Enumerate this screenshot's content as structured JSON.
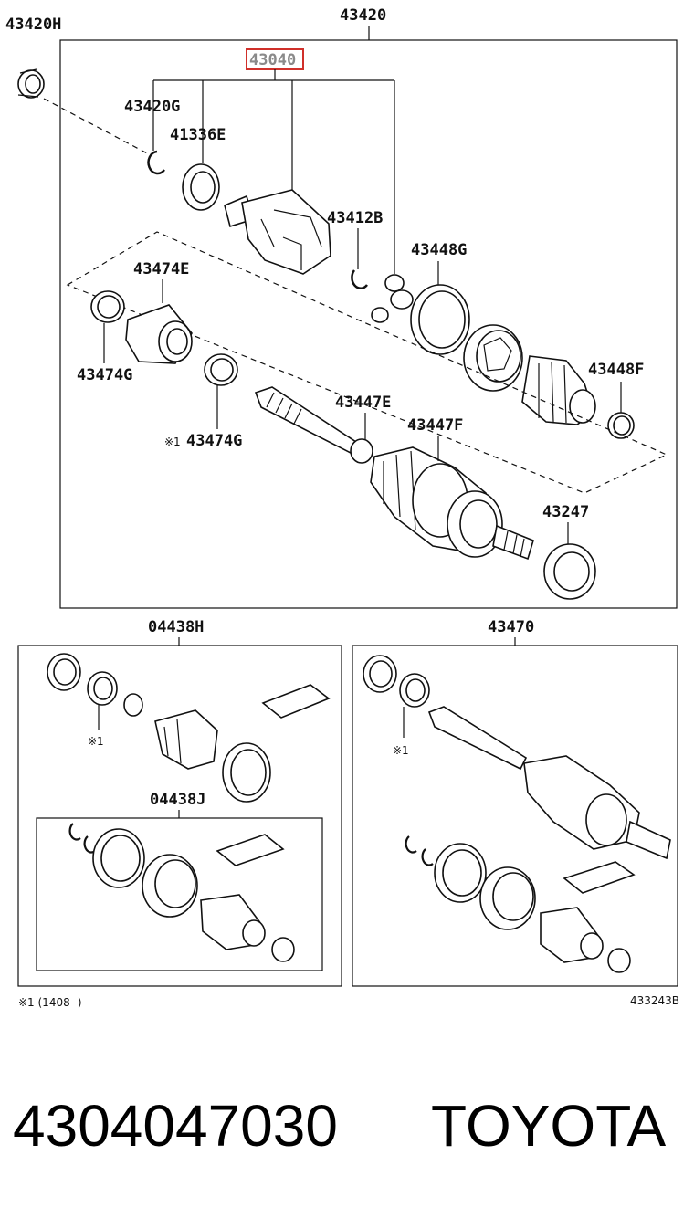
{
  "labels": {
    "assembly_main": "43420",
    "seal_outer": "43420H",
    "inboard_joint": "43040",
    "snap_ring": "43420G",
    "seal_inner": "41336E",
    "clip": "43412B",
    "band_large": "43448G",
    "damper": "43474E",
    "clamp_left": "43474G",
    "clamp_mid": "43474G",
    "band_small": "43448F",
    "clamp_shaft": "43447E",
    "band_shaft": "43447F",
    "outboard_seal": "43247",
    "kit_left": "04438H",
    "kit_inner": "04438J",
    "kit_right": "43470",
    "note_mark_1": "※1",
    "note_mark_2": "※1",
    "note_mark_3": "※1",
    "footnote": "※1 (1408-     )",
    "diagram_code": "433243B"
  },
  "footer": {
    "part_number": "4304047030",
    "brand": "TOYOTA"
  },
  "colors": {
    "highlight_box": "#d0302a",
    "highlight_text": "#8a8a8a"
  }
}
